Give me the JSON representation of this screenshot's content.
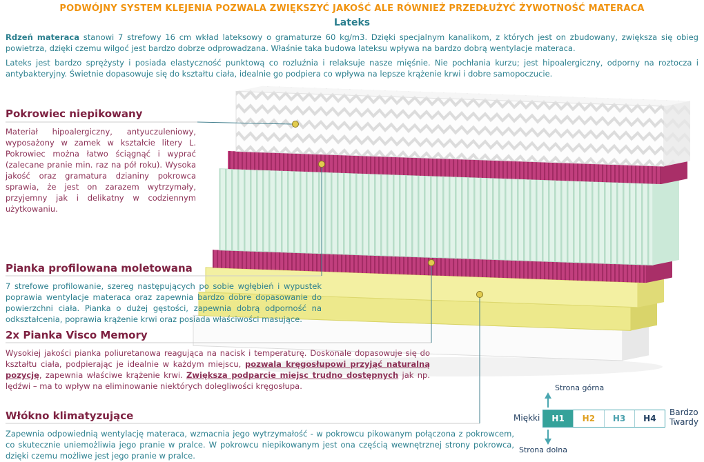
{
  "header": {
    "text": "PODWÓJNY SYSTEM KLEJENIA POZWALA ZWIĘKSZYĆ JAKOŚĆ ALE RÓWNIEŻ PRZEDŁUŻYĆ ŻYWOTNOŚĆ MATERACA"
  },
  "sections": {
    "lateks": {
      "title": "Lateks",
      "p1_bold": "Rdzeń materaca",
      "p1_rest": " stanowi 7 strefowy 16 cm wkład lateksowy o gramaturze 60 kg/m3. Dzięki specjalnym kanalikom, z których jest on zbudowany, zwiększa się obieg powietrza, dzięki czemu wilgoć jest bardzo dobrze odprowadzana. Właśnie taka budowa lateksu wpływa na bardzo dobrą wentylacje materaca.",
      "p2": "Lateks jest bardzo sprężysty i posiada elastyczność punktową co rozluźnia i relaksuje nasze mięśnie. Nie pochłania kurzu; jest hipoalergiczny, odporny na roztocza i antybakteryjny. Świetnie dopasowuje się do kształtu ciała, idealnie go podpiera co wpływa na lepsze krążenie krwi i dobre samopoczucie."
    },
    "pokrowiec": {
      "title": "Pokrowiec niepikowany",
      "text": "Materiał hipoalergiczny, antyuczuleniowy, wyposażony w zamek w kształcie litery L. Pokrowiec można łatwo ściągnąć i wyprać (zalecane pranie min. raz na pół roku). Wysoka jakość oraz gramatura dzianiny pokrowca sprawia, że jest on zarazem wytrzymały, przyjemny jak i delikatny w codziennym użytkowaniu."
    },
    "pianka_profilowana": {
      "title": "Pianka profilowana moletowana",
      "text": "7 strefowe profilowanie, szereg następujących po sobie wgłębień i wypustek poprawia wentylacje materaca oraz zapewnia bardzo dobre dopasowanie do powierzchni ciała. Pianka o dużej gęstości, zapewnia dobrą odporność na odkształcenia, poprawia krążenie krwi oraz posiada właściwości masujące."
    },
    "visco": {
      "title": "2x Pianka Visco Memory",
      "t1": "Wysokiej jakości pianka poliuretanowa reagująca na nacisk i temperaturę. Doskonale dopasowuje się do kształtu ciała, podpierając je idealnie w każdym miejscu, ",
      "b1": "pozwala kręgosłupowi przyjąć naturalną pozycję",
      "t2": ", zapewnia właściwe krążenie krwi. ",
      "b2": "Zwiększa podparcie miejsc trudno dostępnych",
      "t3": " jak np. lędźwi – ma to wpływ na eliminowanie niektórych dolegliwości kręgosłupa."
    },
    "wlokno": {
      "title": "Włókno klimatyzujące",
      "text": "Zapewnia odpowiednią wentylację materaca, wzmacnia jego wytrzymałość - w pokrowcu pikowanym połączona z pokrowcem, co skutecznie uniemożliwia jego pranie w pralce. W pokrowcu niepikowanym jest ona częścią wewnętrznej strony pokrowca, dzięki czemu możliwe jest jego pranie w pralce."
    }
  },
  "hardness_scale": {
    "top_label": "Strona górna",
    "bottom_label": "Strona dolna",
    "left_label": "Miękki",
    "right_label_line1": "Bardzo",
    "right_label_line2": "Twardy",
    "levels": [
      {
        "label": "H1",
        "selected": true
      },
      {
        "label": "H2",
        "selected": false
      },
      {
        "label": "H3",
        "selected": false
      },
      {
        "label": "H4",
        "selected": false
      }
    ]
  },
  "colors": {
    "header_orange": "#f0930f",
    "teal_text": "#2b7f8e",
    "maroon_heading": "#7e2242",
    "maroon_text": "#8c3156",
    "navy": "#1f3c5e",
    "selected_level_bg": "#35a29a",
    "layer_pink": "#c23f7e",
    "layer_green": "#e1f3e9",
    "layer_yellow": "#f3f0a2",
    "callout_line": "#44808f",
    "callout_dot": "#e2cc4f"
  }
}
